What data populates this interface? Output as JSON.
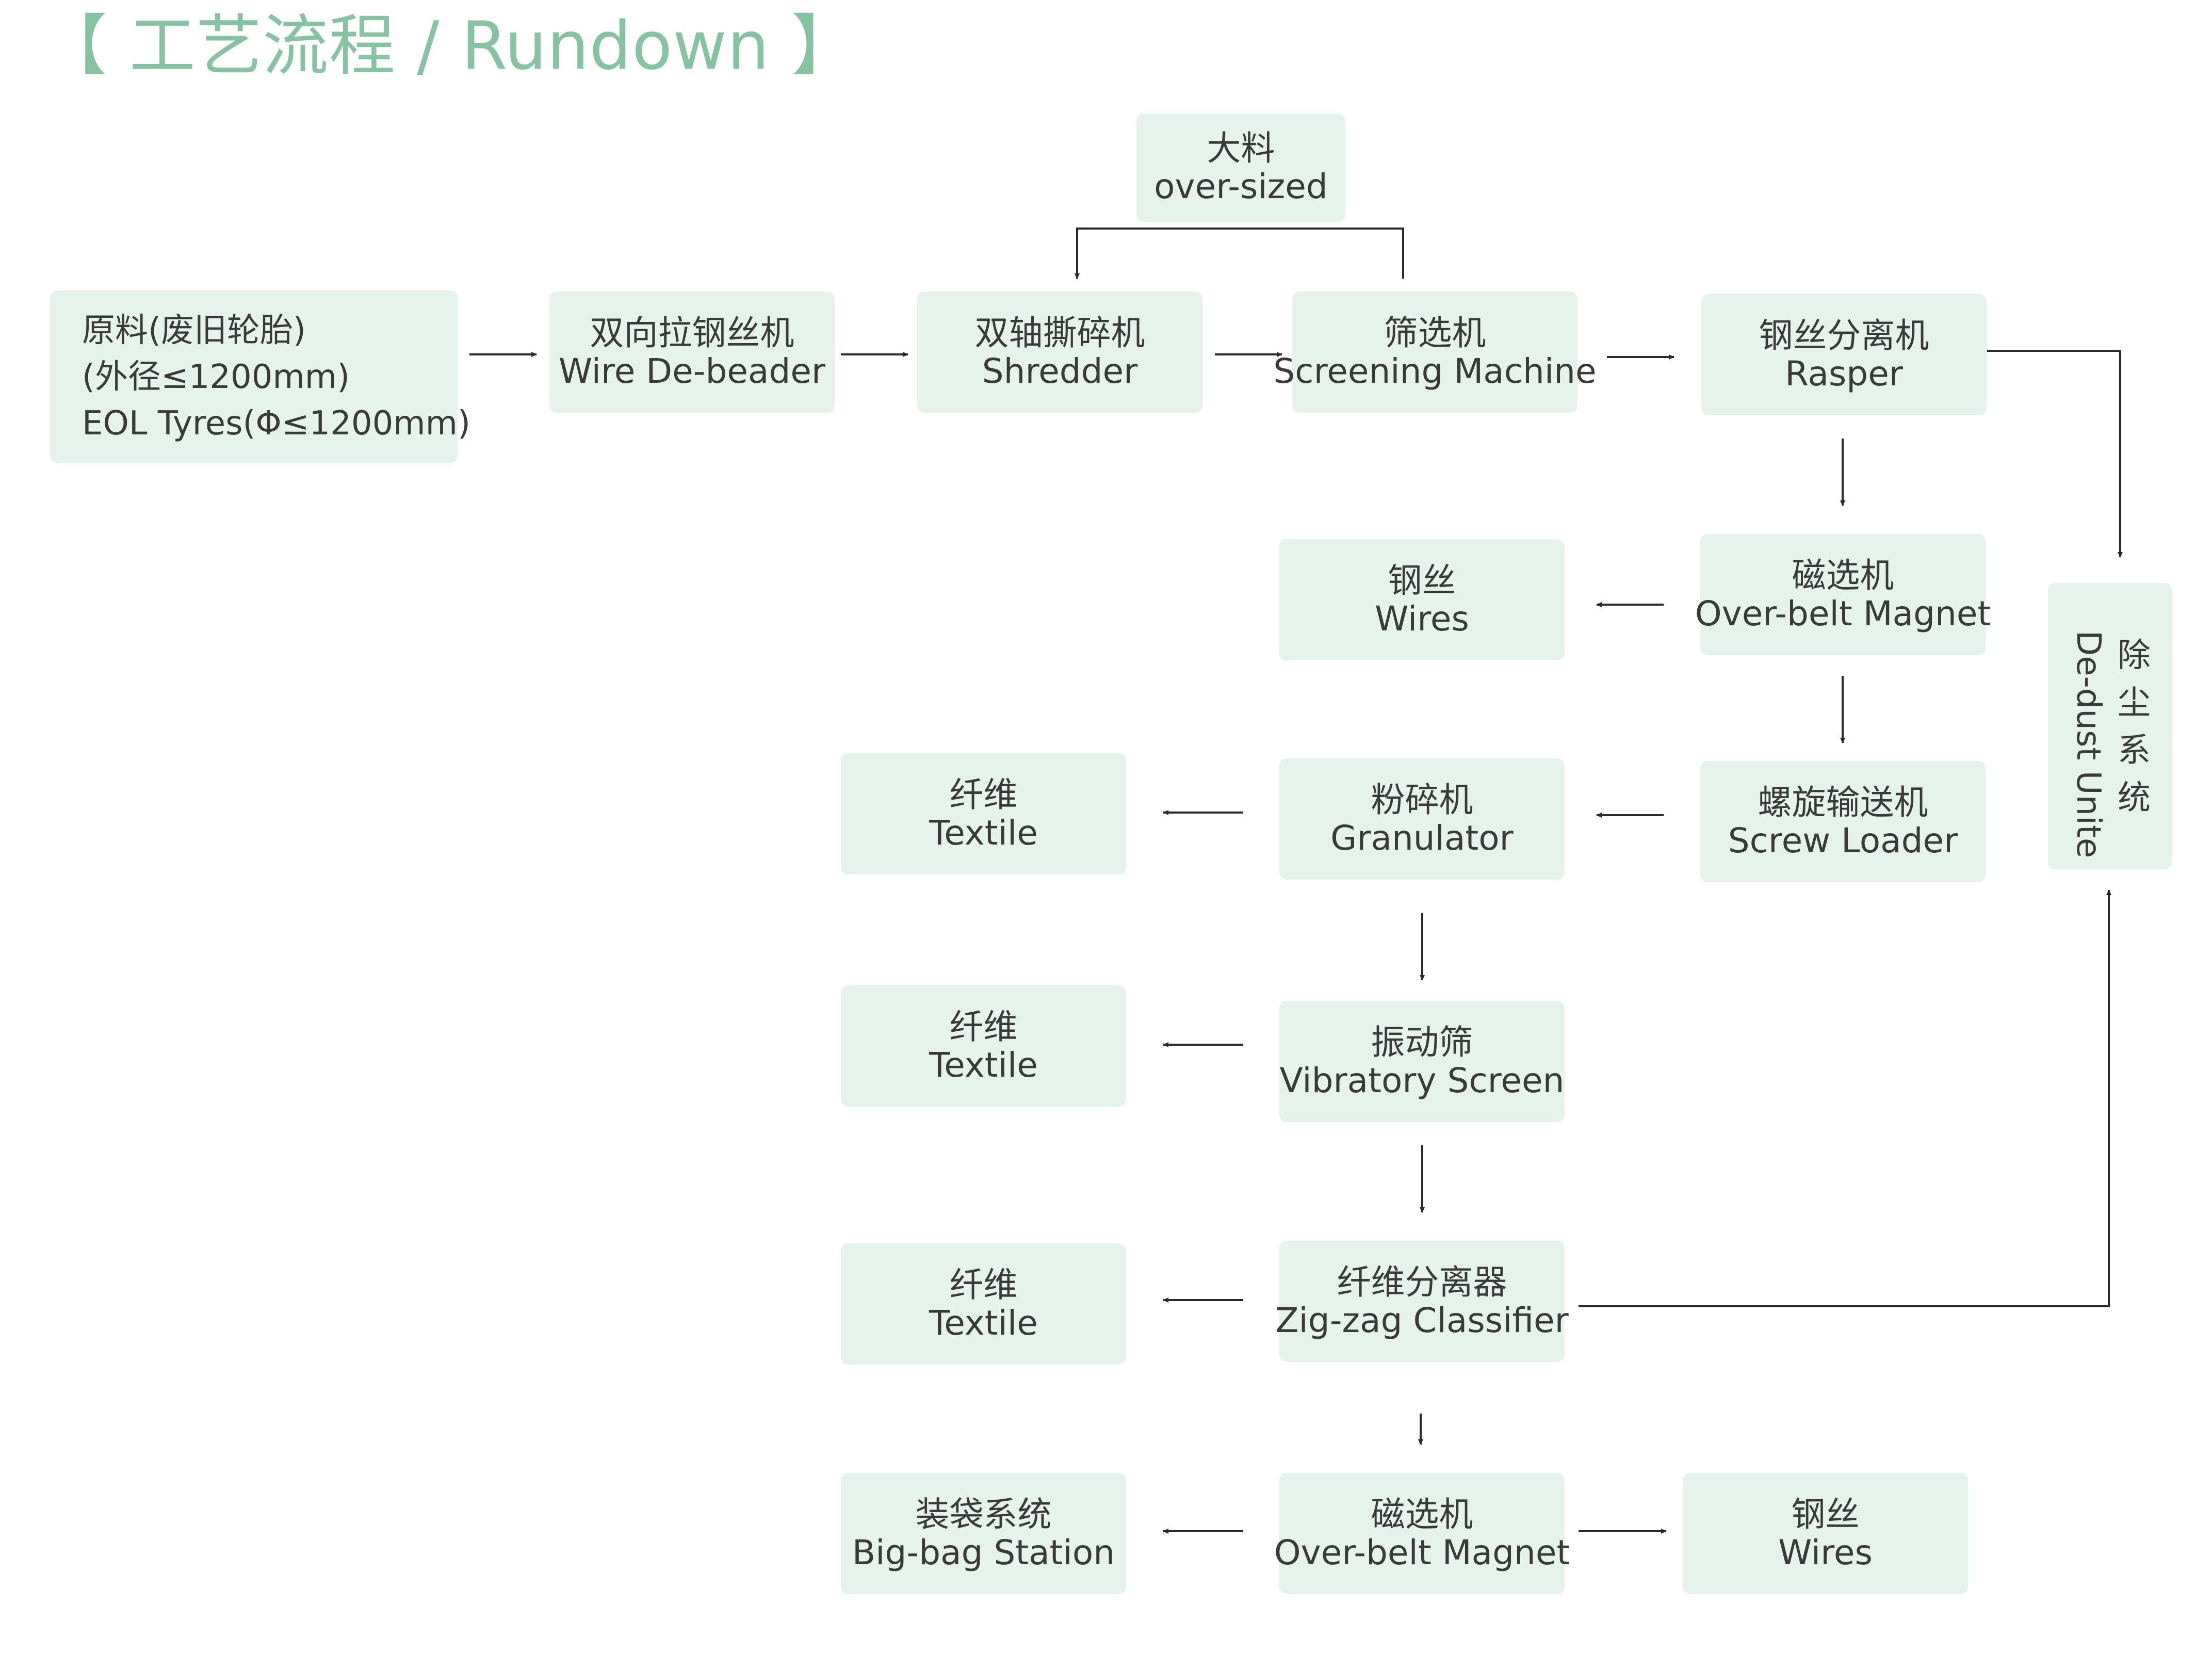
{
  "title": "【 工艺流程 / Rundown 】",
  "colors": {
    "box_fill": "#e6f3ec",
    "title": "#86c3a2",
    "text": "#3a3a3a",
    "arrow": "#2a2a2a"
  },
  "nodes": {
    "raw": {
      "cn": "原料(废旧轮胎)",
      "cn2": "(外径≤1200mm)",
      "en": "EOL Tyres(Φ≤1200mm)"
    },
    "debeader": {
      "cn": "双向拉钢丝机",
      "en": "Wire De-beader"
    },
    "shredder": {
      "cn": "双轴撕碎机",
      "en": "Shredder"
    },
    "screening": {
      "cn": "筛选机",
      "en": "Screening Machine"
    },
    "rasper": {
      "cn": "钢丝分离机",
      "en": "Rasper"
    },
    "oversized": {
      "cn": "大料",
      "en": "over-sized"
    },
    "wires1": {
      "cn": "钢丝",
      "en": "Wires"
    },
    "magnet1": {
      "cn": "磁选机",
      "en": "Over-belt Magnet"
    },
    "screw": {
      "cn": "螺旋输送机",
      "en": "Screw Loader"
    },
    "granulator": {
      "cn": "粉碎机",
      "en": "Granulator"
    },
    "textile1": {
      "cn": "纤维",
      "en": "Textile"
    },
    "vibratory": {
      "cn": "振动筛",
      "en": "Vibratory Screen"
    },
    "textile2": {
      "cn": "纤维",
      "en": "Textile"
    },
    "classifier": {
      "cn": "纤维分离器",
      "en": "Zig-zag Classifier"
    },
    "textile3": {
      "cn": "纤维",
      "en": "Textile"
    },
    "magnet2": {
      "cn": "磁选机",
      "en": "Over-belt Magnet"
    },
    "bigbag": {
      "cn": "装袋系统",
      "en": "Big-bag Station"
    },
    "wires2": {
      "cn": "钢丝",
      "en": "Wires"
    },
    "dedust": {
      "cn_chars": [
        "除",
        "尘",
        "系",
        "统"
      ],
      "en": "De-dust Unite"
    }
  }
}
